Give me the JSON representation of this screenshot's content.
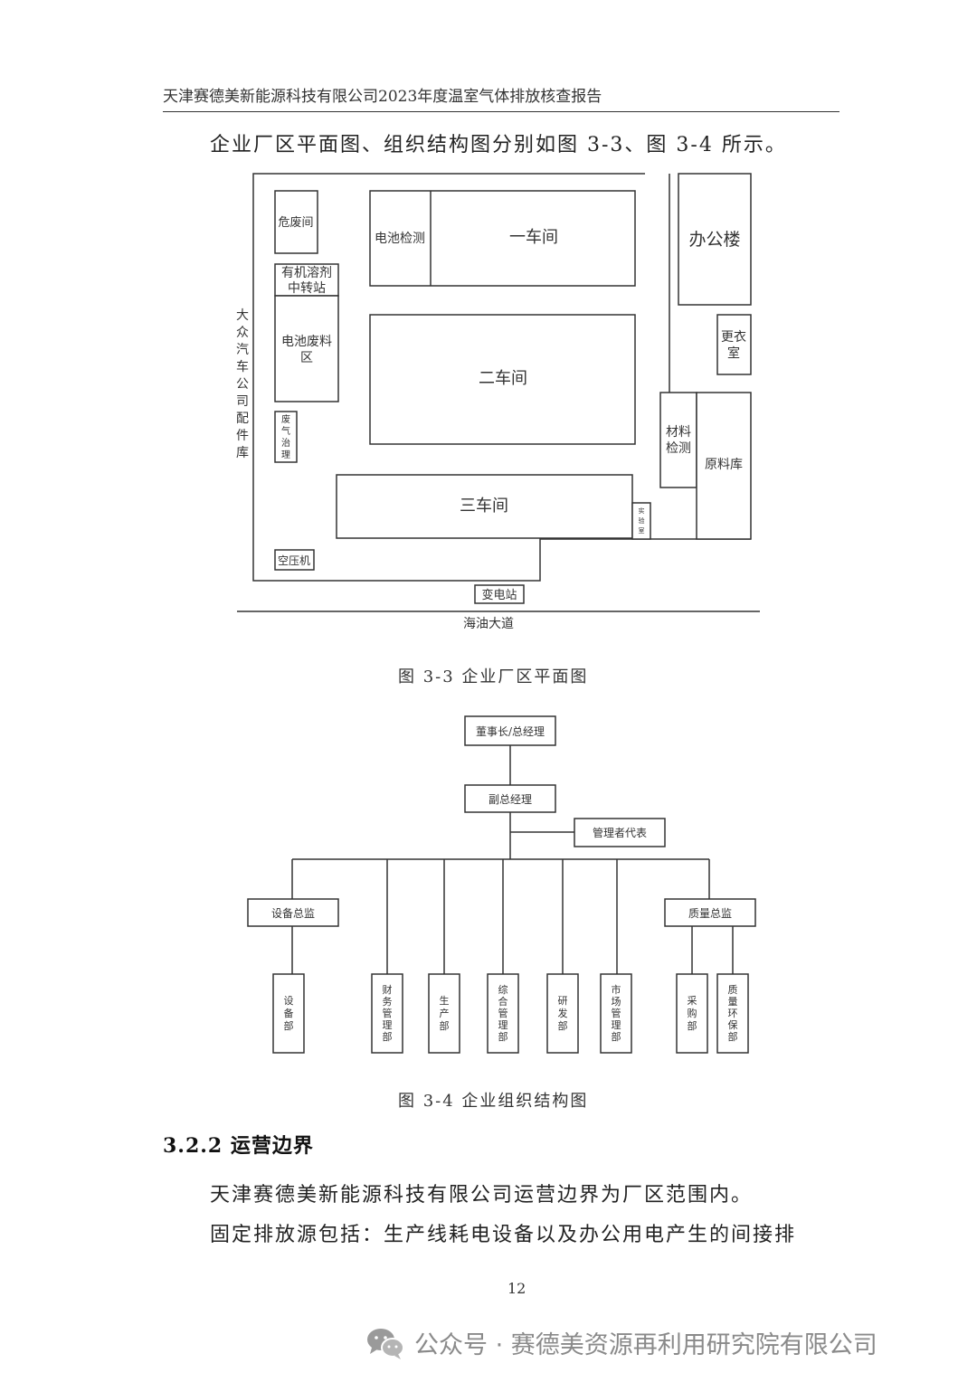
{
  "header": {
    "text": "天津赛德美新能源科技有限公司2023年度温室气体排放核查报告"
  },
  "intro": "企业厂区平面图、组织结构图分别如图 3-3、图 3-4 所示。",
  "floorplan": {
    "labels": {
      "hazardous": "危废间",
      "solvent_1": "有机溶剂",
      "solvent_2": "中转站",
      "battery_waste_1": "电池废料",
      "battery_waste_2": "区",
      "exhaust": [
        "废",
        "气",
        "治",
        "理"
      ],
      "battery_test": "电池检测",
      "workshop1": "一车间",
      "workshop2": "二车间",
      "workshop3": "三车间",
      "office": "办公楼",
      "locker": [
        "更衣",
        "室"
      ],
      "material_test": [
        "材料",
        "检测"
      ],
      "raw_storage": "原料库",
      "lab": [
        "实",
        "验",
        "室"
      ],
      "compressor": "空压机",
      "substation": "变电站",
      "road": "海油大道",
      "neighbor": [
        "大",
        "众",
        "汽",
        "车",
        "公",
        "司",
        "配",
        "件",
        "库"
      ]
    },
    "caption": "图 3-3  企业厂区平面图"
  },
  "orgchart": {
    "chairman": "董事长/总经理",
    "vice": "副总经理",
    "rep": "管理者代表",
    "equip_director": "设备总监",
    "quality_director": "质量总监",
    "departments": [
      {
        "name": "设备部",
        "chars": [
          "设",
          "备",
          "部"
        ]
      },
      {
        "name": "财务管理部",
        "chars": [
          "财",
          "务",
          "管",
          "理",
          "部"
        ]
      },
      {
        "name": "生产部",
        "chars": [
          "生",
          "产",
          "部"
        ]
      },
      {
        "name": "综合管理部",
        "chars": [
          "综",
          "合",
          "管",
          "理",
          "部"
        ]
      },
      {
        "name": "研发部",
        "chars": [
          "研",
          "发",
          "部"
        ]
      },
      {
        "name": "市场管理部",
        "chars": [
          "市",
          "场",
          "管",
          "理",
          "部"
        ]
      },
      {
        "name": "采购部",
        "chars": [
          "采",
          "购",
          "部"
        ]
      },
      {
        "name": "质量环保部",
        "chars": [
          "质",
          "量",
          "环",
          "保",
          "部"
        ]
      }
    ],
    "caption": "图 3-4  企业组织结构图"
  },
  "section": {
    "heading": "3.2.2 运营边界",
    "para1": "天津赛德美新能源科技有限公司运营边界为厂区范围内。",
    "para2": "固定排放源包括：生产线耗电设备以及办公用电产生的间接排"
  },
  "page_number": "12",
  "footer": {
    "icon": "wechat-icon",
    "text": "公众号 · 赛德美资源再利用研究院有限公司"
  }
}
